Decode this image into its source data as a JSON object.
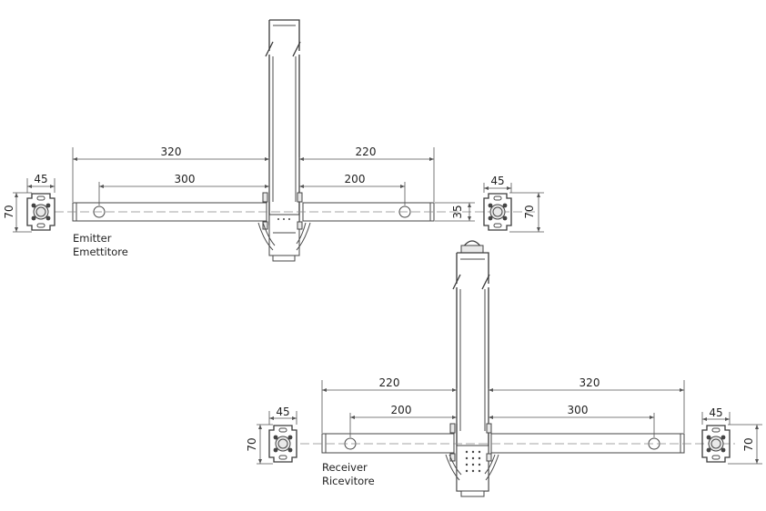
{
  "emitter": {
    "label_en": "Emitter",
    "label_it": "Emettitore",
    "dim_left_outer": "320",
    "dim_left_inner": "300",
    "dim_right_outer": "220",
    "dim_right_inner": "200",
    "dim_height": "35",
    "bracket_left": {
      "width": "45",
      "height": "70"
    },
    "bracket_right": {
      "width": "45",
      "height": "70"
    }
  },
  "receiver": {
    "label_en": "Receiver",
    "label_it": "Ricevitore",
    "dim_left_outer": "220",
    "dim_left_inner": "200",
    "dim_right_outer": "320",
    "dim_right_inner": "300",
    "bracket_left": {
      "width": "45",
      "height": "70"
    },
    "bracket_right": {
      "width": "45",
      "height": "70"
    }
  }
}
